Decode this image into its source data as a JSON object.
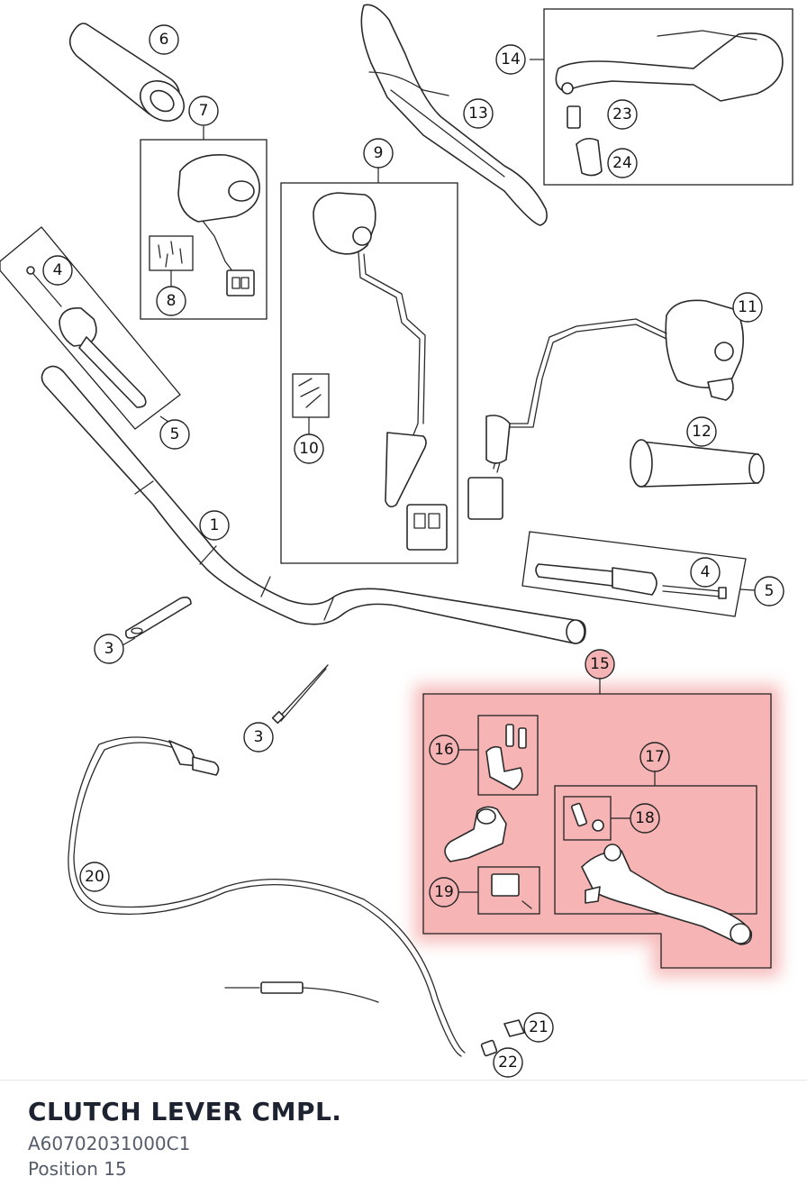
{
  "footer": {
    "title": "CLUTCH LEVER CMPL.",
    "part_number": "A60702031000C1",
    "position": "Position 15"
  },
  "highlight": {
    "label": "15",
    "color": "#f4a5a5"
  },
  "callouts": [
    {
      "key": "c1",
      "label": "1"
    },
    {
      "key": "c3a",
      "label": "3"
    },
    {
      "key": "c3b",
      "label": "3"
    },
    {
      "key": "c4a",
      "label": "4"
    },
    {
      "key": "c4b",
      "label": "4"
    },
    {
      "key": "c5a",
      "label": "5"
    },
    {
      "key": "c5b",
      "label": "5"
    },
    {
      "key": "c6",
      "label": "6"
    },
    {
      "key": "c7",
      "label": "7"
    },
    {
      "key": "c8",
      "label": "8"
    },
    {
      "key": "c9",
      "label": "9"
    },
    {
      "key": "c10",
      "label": "10"
    },
    {
      "key": "c11",
      "label": "11"
    },
    {
      "key": "c12",
      "label": "12"
    },
    {
      "key": "c13",
      "label": "13"
    },
    {
      "key": "c14",
      "label": "14"
    },
    {
      "key": "c15",
      "label": "15"
    },
    {
      "key": "c16",
      "label": "16"
    },
    {
      "key": "c17",
      "label": "17"
    },
    {
      "key": "c18",
      "label": "18"
    },
    {
      "key": "c19",
      "label": "19"
    },
    {
      "key": "c20",
      "label": "20"
    },
    {
      "key": "c21",
      "label": "21"
    },
    {
      "key": "c22",
      "label": "22"
    },
    {
      "key": "c23",
      "label": "23"
    },
    {
      "key": "c24",
      "label": "24"
    }
  ]
}
